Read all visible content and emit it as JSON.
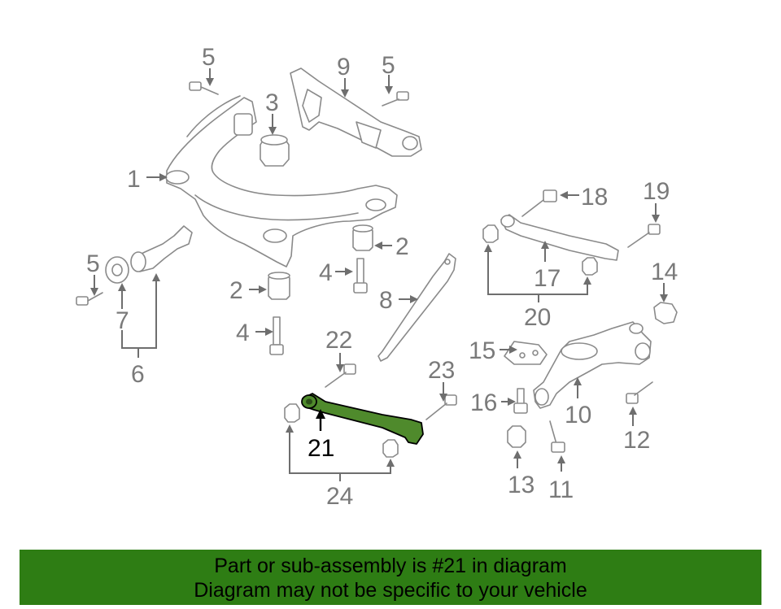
{
  "callouts": {
    "c1": "1",
    "c2a": "2",
    "c2b": "2",
    "c3": "3",
    "c4a": "4",
    "c4b": "4",
    "c5a": "5",
    "c5b": "5",
    "c5c": "5",
    "c6": "6",
    "c7": "7",
    "c8": "8",
    "c9": "9",
    "c10": "10",
    "c11": "11",
    "c12": "12",
    "c13": "13",
    "c14": "14",
    "c15": "15",
    "c16": "16",
    "c17": "17",
    "c18": "18",
    "c19": "19",
    "c20": "20",
    "c21": "21",
    "c22": "22",
    "c23": "23",
    "c24": "24"
  },
  "highlighted_part": "21",
  "colors": {
    "highlight": "#4f8a2c",
    "banner": "#2e7d14",
    "line": "#8a8a8a"
  },
  "banner": {
    "line1": "Part or sub-assembly is #21 in diagram",
    "line2": "Diagram may not be specific to your vehicle"
  }
}
